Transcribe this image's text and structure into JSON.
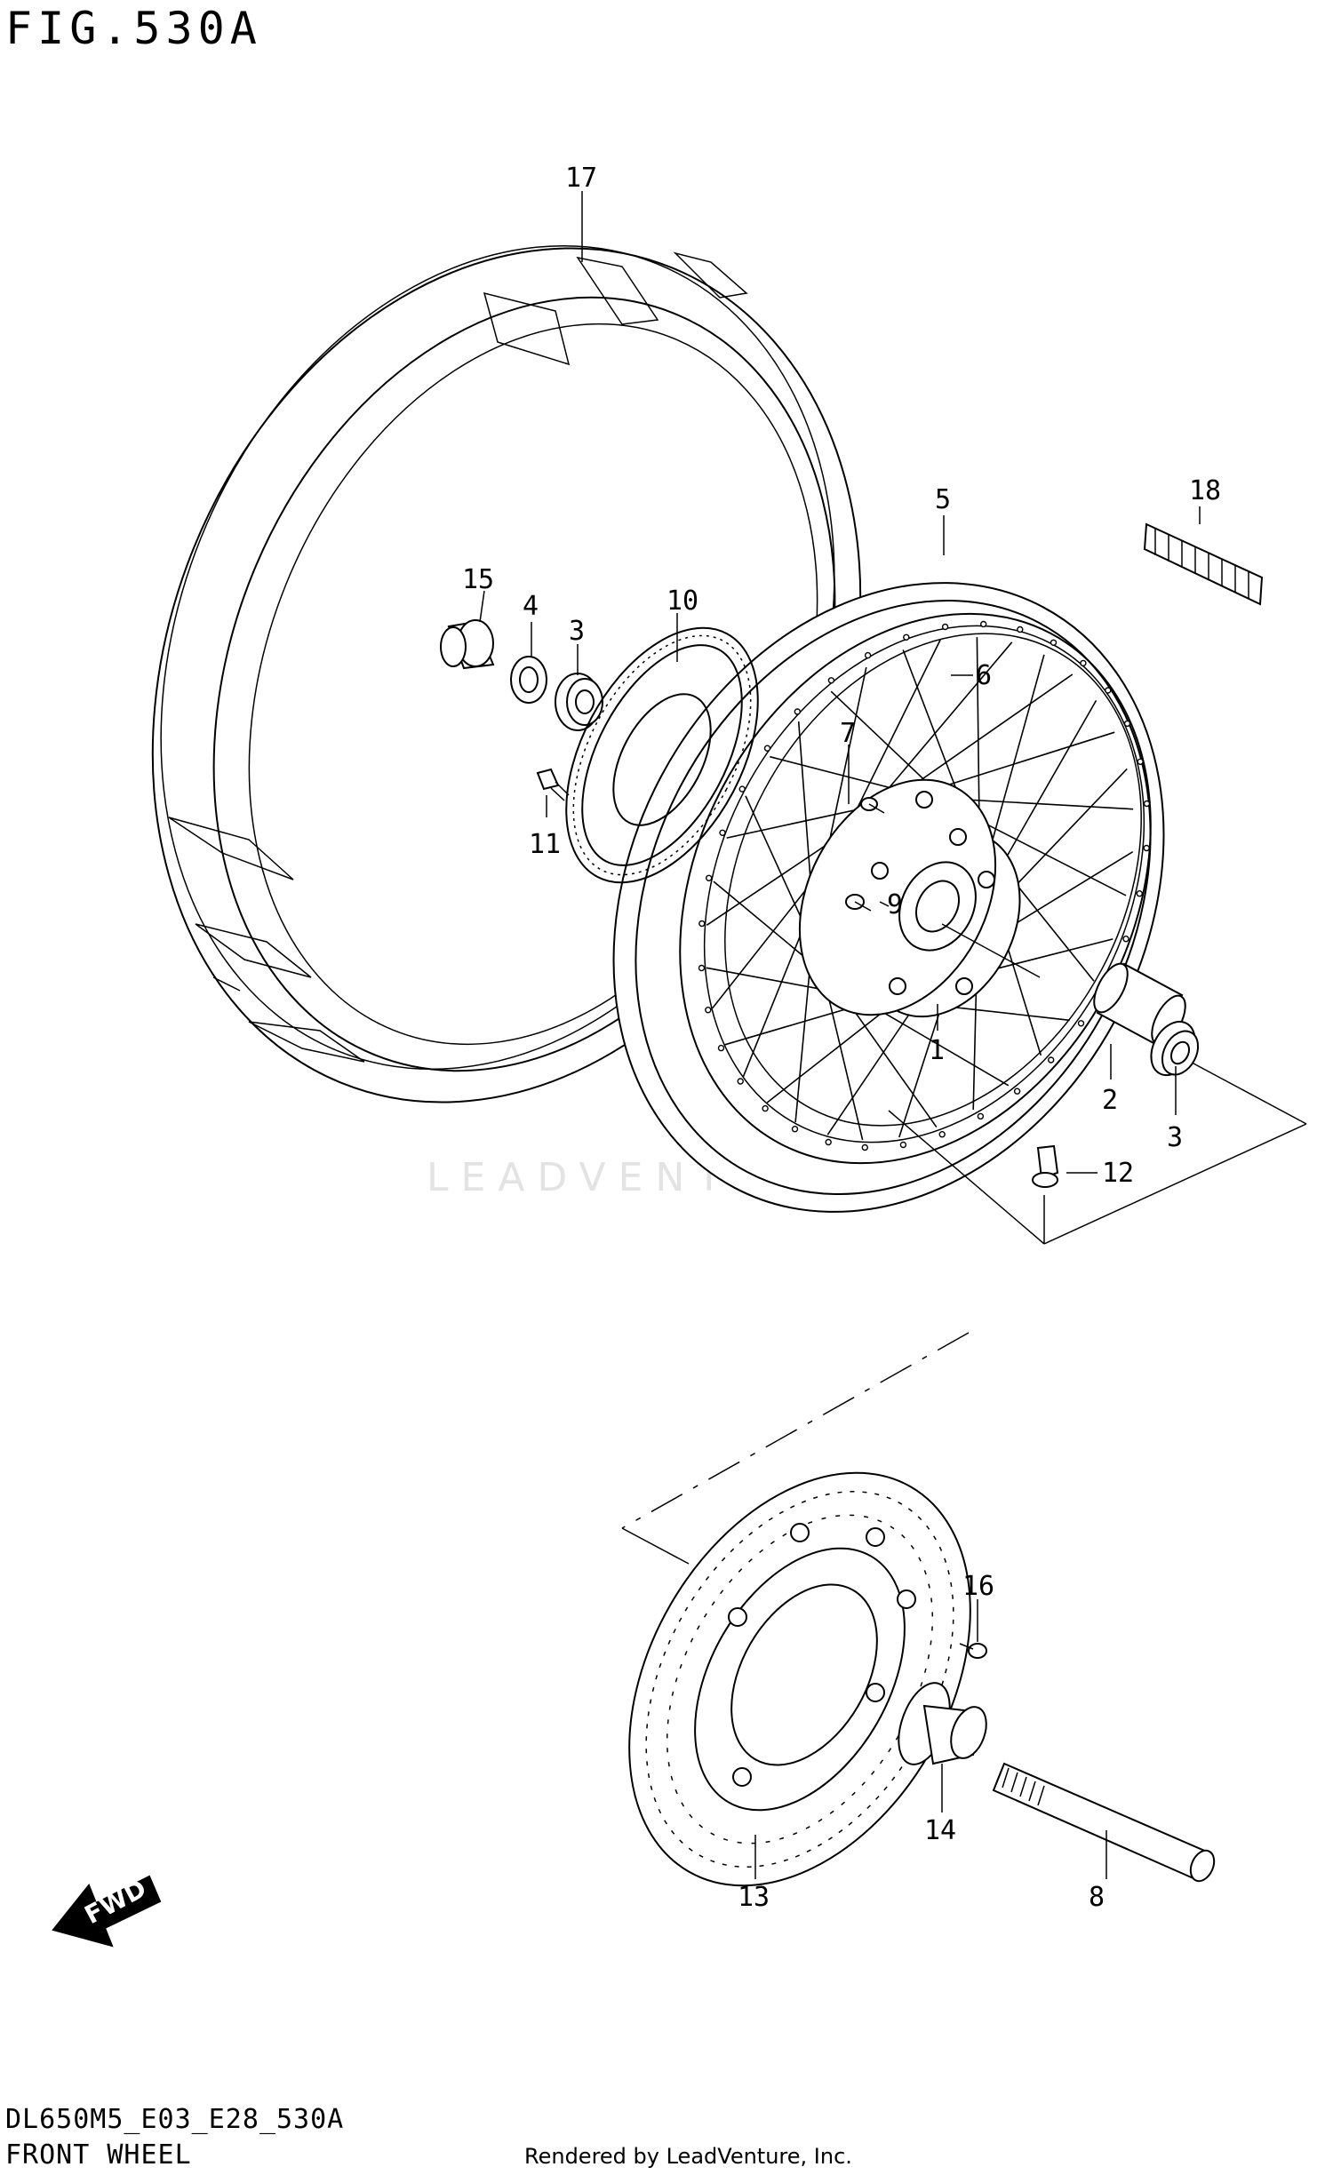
{
  "figure": {
    "title": "FIG.530A"
  },
  "callouts": [
    "1",
    "2",
    "3",
    "3",
    "4",
    "5",
    "6",
    "7",
    "8",
    "9",
    "10",
    "11",
    "12",
    "13",
    "14",
    "15",
    "16",
    "17",
    "18"
  ],
  "fwd_label": "FWD",
  "watermark": "LEADVENTURE",
  "footer": {
    "model_code": "DL650M5_E03_E28_530A",
    "section_name": "FRONT WHEEL",
    "credit": "Rendered by LeadVenture, Inc."
  }
}
